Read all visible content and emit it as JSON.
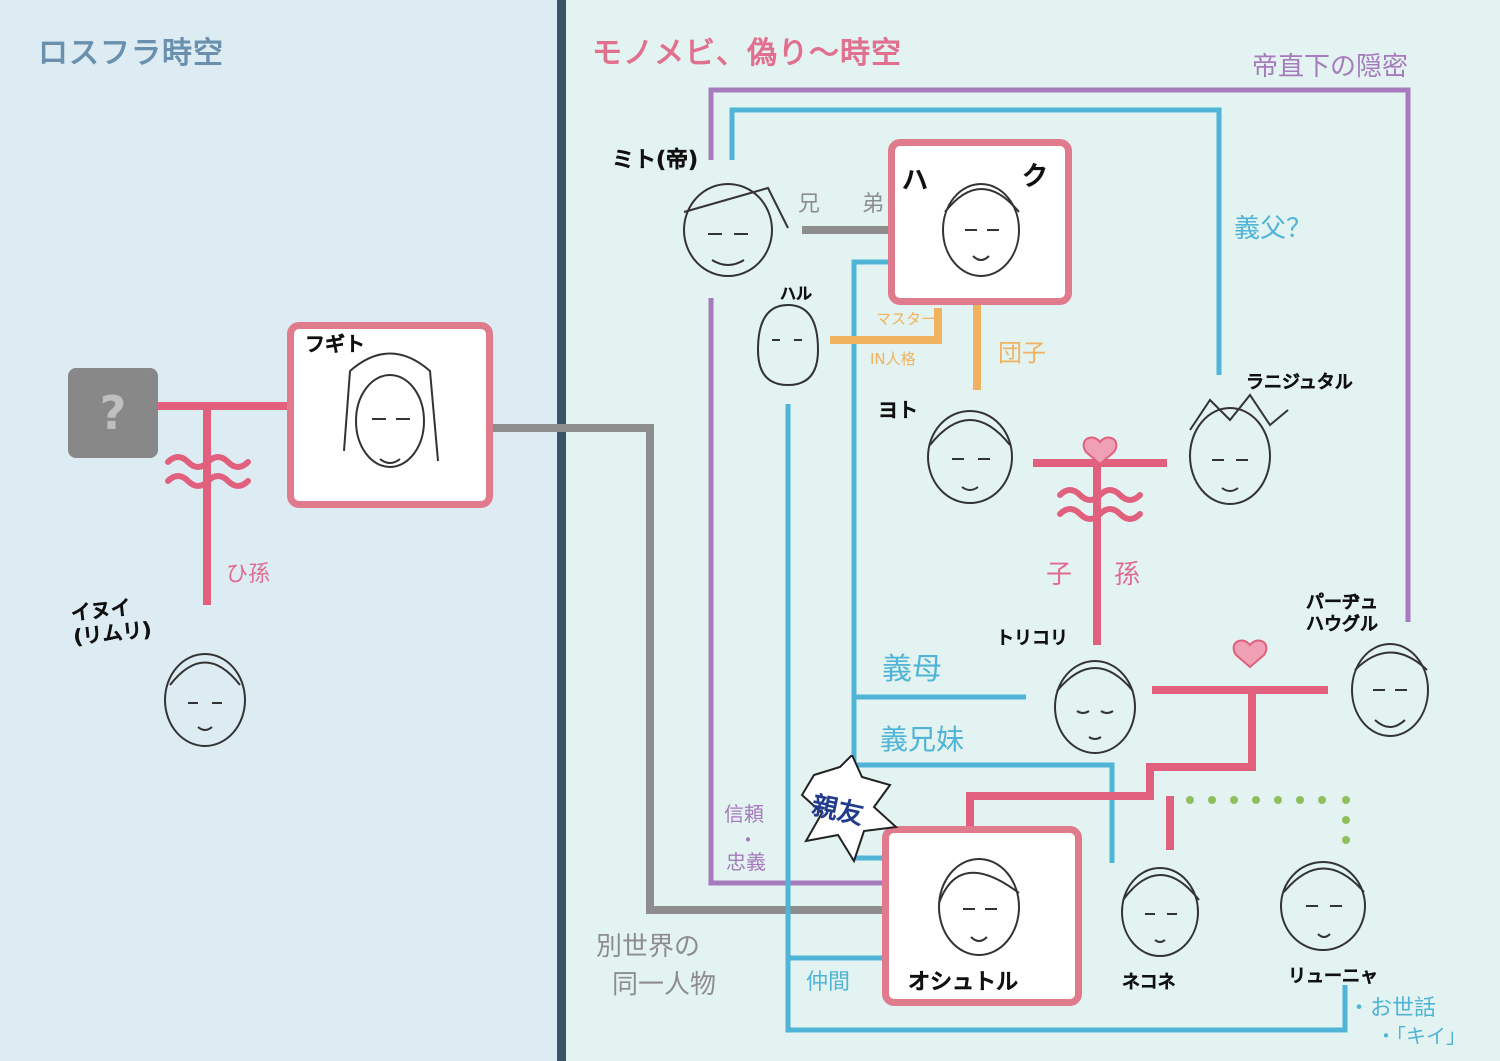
{
  "titles": {
    "left": "ロスフラ時空",
    "right": "モノメビ、偽り〜時空"
  },
  "characters": {
    "unknown": "?",
    "fugito": "フギト",
    "inui": "イヌイ\n(リムリ)",
    "mito": "ミト(帝)",
    "haku_a": "ハ",
    "haku_b": "ク",
    "haru": "ハル",
    "yoto": "ヨト",
    "ranjutaru": "ラニジュタル",
    "torikori": "トリコリ",
    "papuju": "パーヂュ\nハウグル",
    "oshutoru": "オシュトル",
    "nekone": "ネコネ",
    "ryunya": "リューニャ"
  },
  "labels": {
    "himago": "ひ孫",
    "kyodai_a": "兄",
    "kyodai_b": "弟",
    "master": "マスター",
    "in_jinkaku": "IN人格",
    "dango": "団子",
    "gifu": "義父？",
    "ongai": "帝直下の隠密",
    "shison_a": "子",
    "shison_b": "孫",
    "gibo": "義母",
    "gikyomai": "義兄妹",
    "shinyu": "親友",
    "shinrai": "信頼",
    "dot": "・",
    "chugi": "忠義",
    "betsu_a": "別世界の",
    "betsu_b": "同一人物",
    "nakama": "仲間",
    "osewa": "・お世話",
    "kii": "・「キイ」"
  },
  "colors": {
    "pink": "#e0607e",
    "blue": "#4fb4d6",
    "purple": "#a57bbd",
    "gray": "#8d8d8d",
    "orange": "#f0b25f",
    "green": "#8fbf5a",
    "box_border": "#e07a8d",
    "divider": "#3b5366"
  }
}
